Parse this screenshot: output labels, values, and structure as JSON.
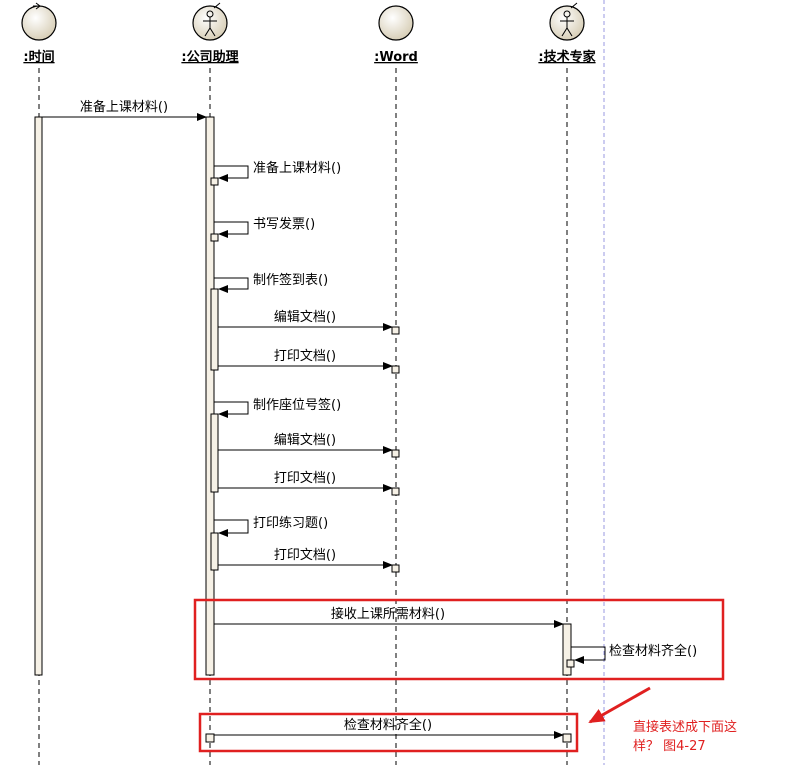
{
  "objects": [
    {
      "id": "time",
      "label": ":时间",
      "kind": "control"
    },
    {
      "id": "assistant",
      "label": ":公司助理",
      "kind": "actor"
    },
    {
      "id": "word",
      "label": ":Word",
      "kind": "control"
    },
    {
      "id": "expert",
      "label": ":技术专家",
      "kind": "actor"
    }
  ],
  "messages": [
    {
      "label": "准备上课材料()",
      "from": "time",
      "to": "assistant"
    },
    {
      "label": "准备上课材料()",
      "from": "assistant",
      "to": "assistant"
    },
    {
      "label": "书写发票()",
      "from": "assistant",
      "to": "assistant"
    },
    {
      "label": "制作签到表()",
      "from": "assistant",
      "to": "assistant"
    },
    {
      "label": "编辑文档()",
      "from": "assistant",
      "to": "word"
    },
    {
      "label": "打印文档()",
      "from": "assistant",
      "to": "word"
    },
    {
      "label": "制作座位号签()",
      "from": "assistant",
      "to": "assistant"
    },
    {
      "label": "编辑文档()",
      "from": "assistant",
      "to": "word"
    },
    {
      "label": "打印文档()",
      "from": "assistant",
      "to": "word"
    },
    {
      "label": "打印练习题()",
      "from": "assistant",
      "to": "assistant"
    },
    {
      "label": "打印文档()",
      "from": "assistant",
      "to": "word"
    },
    {
      "label": "接收上课所需材料()",
      "from": "assistant",
      "to": "expert"
    },
    {
      "label": "检查材料齐全()",
      "from": "expert",
      "to": "expert"
    },
    {
      "label": "检查材料齐全()",
      "from": "assistant",
      "to": "expert"
    }
  ],
  "annotation": {
    "line1": "直接表述成下面这",
    "line2": "样？  图4-27",
    "color": "#e02020"
  },
  "colors": {
    "highlight_box": "#e02020",
    "activation_fill": "#f6f1e6",
    "lifeline": "#000000",
    "boundary_line": "#9a9ae0"
  }
}
